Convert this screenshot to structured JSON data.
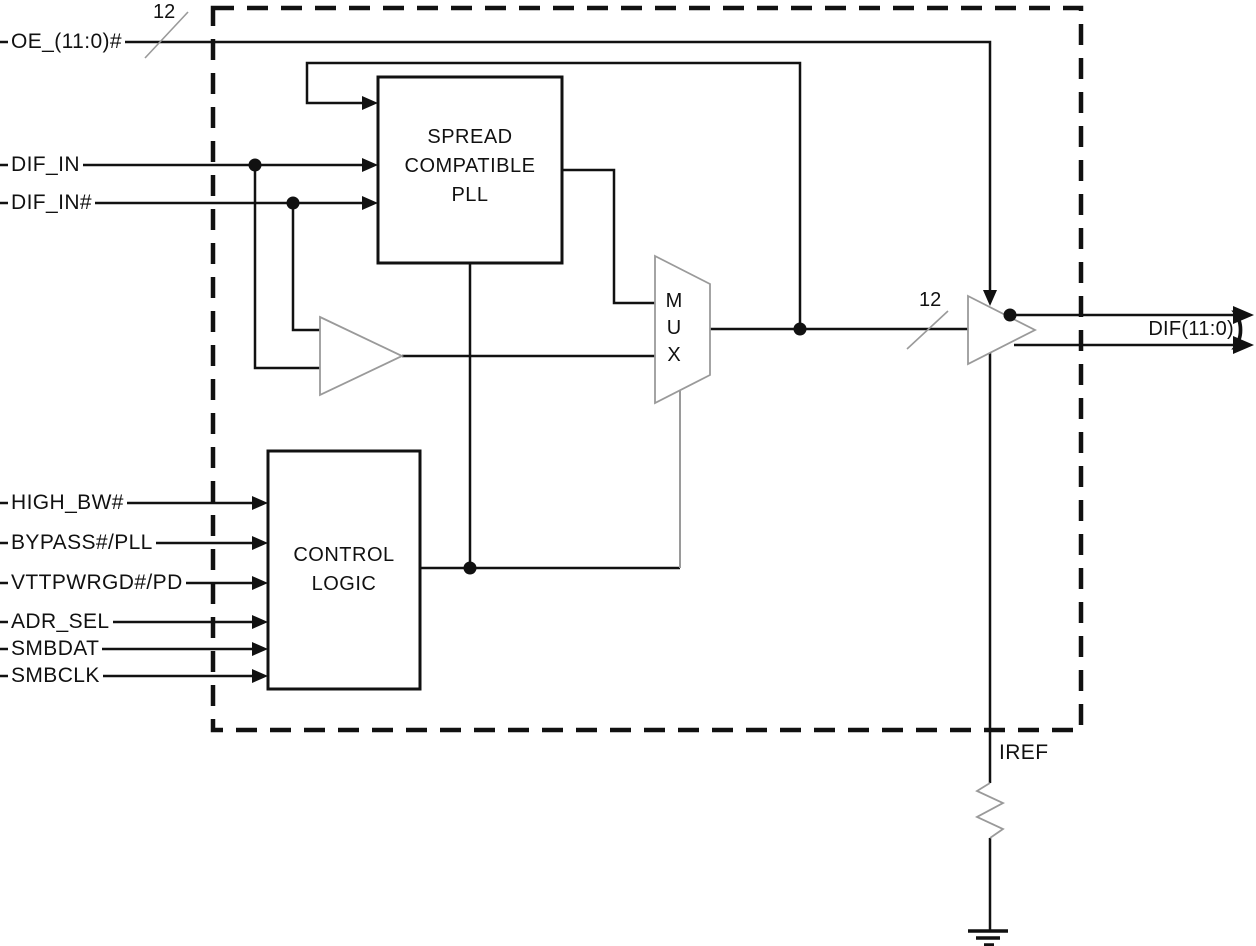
{
  "diagram_title": "clock-buffer-functional-block-diagram",
  "colors": {
    "wire": "#111111",
    "shape_outline": "#9a9a9a",
    "background": "#ffffff"
  },
  "ports": {
    "oe": {
      "label": "OE_(11:0)#",
      "bus_width": "12"
    },
    "dif_in": {
      "label": "DIF_IN"
    },
    "dif_in_n": {
      "label": "DIF_IN#"
    },
    "high_bw": {
      "label": "HIGH_BW#"
    },
    "bypass_pll": {
      "label": "BYPASS#/PLL"
    },
    "vttpwrgd_pd": {
      "label": "VTTPWRGD#/PD"
    },
    "adr_sel": {
      "label": "ADR_SEL"
    },
    "smbdat": {
      "label": "SMBDAT"
    },
    "smbclk": {
      "label": "SMBCLK"
    },
    "dif_out": {
      "label": "DIF(11:0)",
      "bus_width": "12",
      "bundle_mark": ")"
    },
    "iref": {
      "label": "IREF"
    }
  },
  "blocks": {
    "pll": {
      "lines": [
        "SPREAD",
        "COMPATIBLE",
        "PLL"
      ]
    },
    "control_logic": {
      "lines": [
        "CONTROL",
        "LOGIC"
      ]
    },
    "mux": {
      "letters": [
        "M",
        "U",
        "X"
      ]
    }
  }
}
